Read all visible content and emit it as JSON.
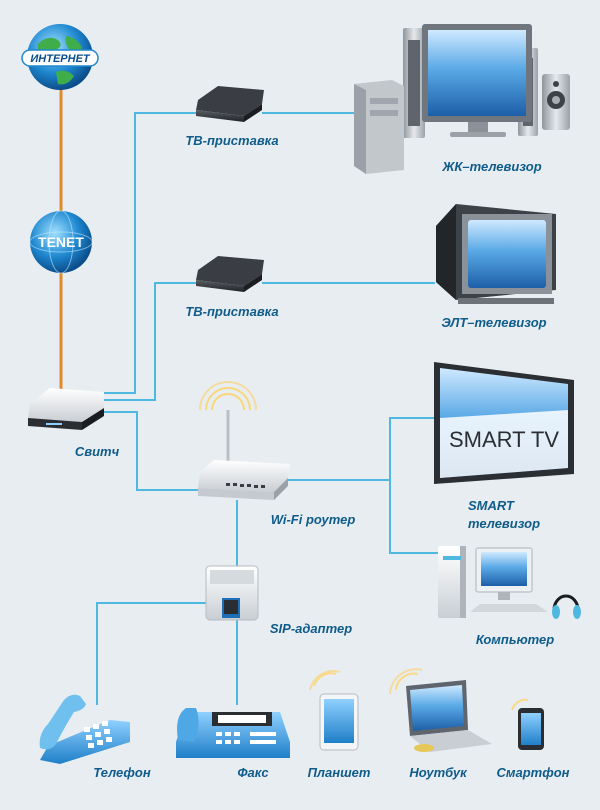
{
  "labels": {
    "internet": "ИНТЕРНЕТ",
    "tenet": "TENET",
    "tv_box_1": "ТВ-приставка",
    "lcd_tv": "ЖК–телевизор",
    "tv_box_2": "ТВ-приставка",
    "crt_tv": "ЭЛТ–телевизор",
    "switch": "Свитч",
    "wifi_router": "Wi-Fi роутер",
    "smart_tv_line1": "SMART",
    "smart_tv_line2": "телевизор",
    "smart_tv_screen_logo": "SMART TV",
    "computer": "Компьютер",
    "sip_adapter": "SIP-адаптер",
    "phone": "Телефон",
    "fax": "Факс",
    "tablet": "Планшет",
    "laptop": "Ноутбук",
    "smartphone": "Смартфон"
  },
  "colors": {
    "background": "#e8edf2",
    "internet_link": "#e08a2c",
    "network_link": "#4fb8e0",
    "label_text": "#0f5c8a",
    "accent_blue": "#2a8fd0"
  }
}
